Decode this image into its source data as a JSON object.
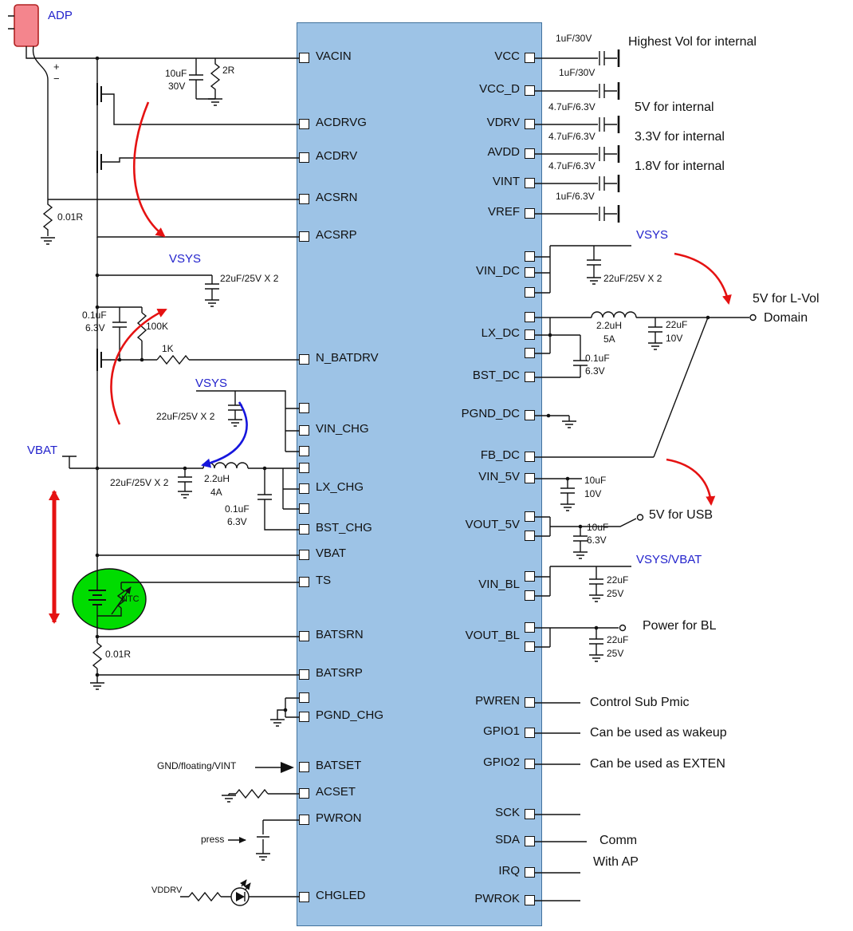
{
  "ic": {
    "left_pins": [
      "VACIN",
      "ACDRVG",
      "ACDRV",
      "ACSRN",
      "ACSRP",
      "N_BATDRV",
      "VIN_CHG",
      "LX_CHG",
      "BST_CHG",
      "VBAT",
      "TS",
      "BATSRN",
      "BATSRP",
      "PGND_CHG",
      "BATSET",
      "ACSET",
      "PWRON",
      "CHGLED"
    ],
    "right_pins": [
      "VCC",
      "VCC_D",
      "VDRV",
      "AVDD",
      "VINT",
      "VREF",
      "VIN_DC",
      "LX_DC",
      "BST_DC",
      "PGND_DC",
      "FB_DC",
      "VIN_5V",
      "VOUT_5V",
      "VIN_BL",
      "VOUT_BL",
      "PWREN",
      "GPIO1",
      "GPIO2",
      "SCK",
      "SDA",
      "IRQ",
      "PWROK"
    ]
  },
  "nets": {
    "adp": "ADP",
    "plus": "+",
    "minus": "−",
    "vsys_top": "VSYS",
    "vsys_chg": "VSYS",
    "vbat": "VBAT",
    "vsys_dc": "VSYS",
    "vsys_vbat": "VSYS/VBAT",
    "vddrv": "VDDRV"
  },
  "components": {
    "r_2r": "2R",
    "c_in": [
      "10uF",
      "30V"
    ],
    "r_sense_ac": "0.01R",
    "c_vsys_top": "22uF/25V X 2",
    "c_gate": [
      "0.1uF",
      "6.3V"
    ],
    "r_100k": "100K",
    "r_1k": "1K",
    "c_vsys_chg": "22uF/25V X 2",
    "c_vbat": "22uF/25V X 2",
    "l_chg": [
      "2.2uH",
      "4A"
    ],
    "c_bst_chg": [
      "0.1uF",
      "6.3V"
    ],
    "ntc": "NTC",
    "r_sense_bat": "0.01R",
    "c_vcc": "1uF/30V",
    "c_vcc_d": "1uF/30V",
    "c_vdrv": "4.7uF/6.3V",
    "c_avdd": "4.7uF/6.3V",
    "c_vint": "4.7uF/6.3V",
    "c_vref": "1uF/6.3V",
    "c_vin_dc": "22uF/25V X 2",
    "l_dc": [
      "2.2uH",
      "5A"
    ],
    "c_lx_dc": [
      "22uF",
      "10V"
    ],
    "c_bst_dc": [
      "0.1uF",
      "6.3V"
    ],
    "c_vin_5v": [
      "10uF",
      "10V"
    ],
    "c_vout_5v": [
      "10uF",
      "6.3V"
    ],
    "c_vin_bl": [
      "22uF",
      "25V"
    ],
    "c_vout_bl": [
      "22uF",
      "25V"
    ]
  },
  "annotations": {
    "vcc": "Highest Vol for internal",
    "vdrv": "5V for internal",
    "avdd": "3.3V for internal",
    "vint": "1.8V for internal",
    "lvol": [
      "5V for L-Vol",
      "Domain"
    ],
    "usb": "5V for USB",
    "bl": "Power for BL",
    "pwren": "Control Sub Pmic",
    "gpio1": "Can be used as wakeup",
    "gpio2": "Can be used as EXTEN",
    "comm": [
      "Comm",
      "With AP"
    ],
    "batset": "GND/floating/VINT",
    "press": "press"
  }
}
